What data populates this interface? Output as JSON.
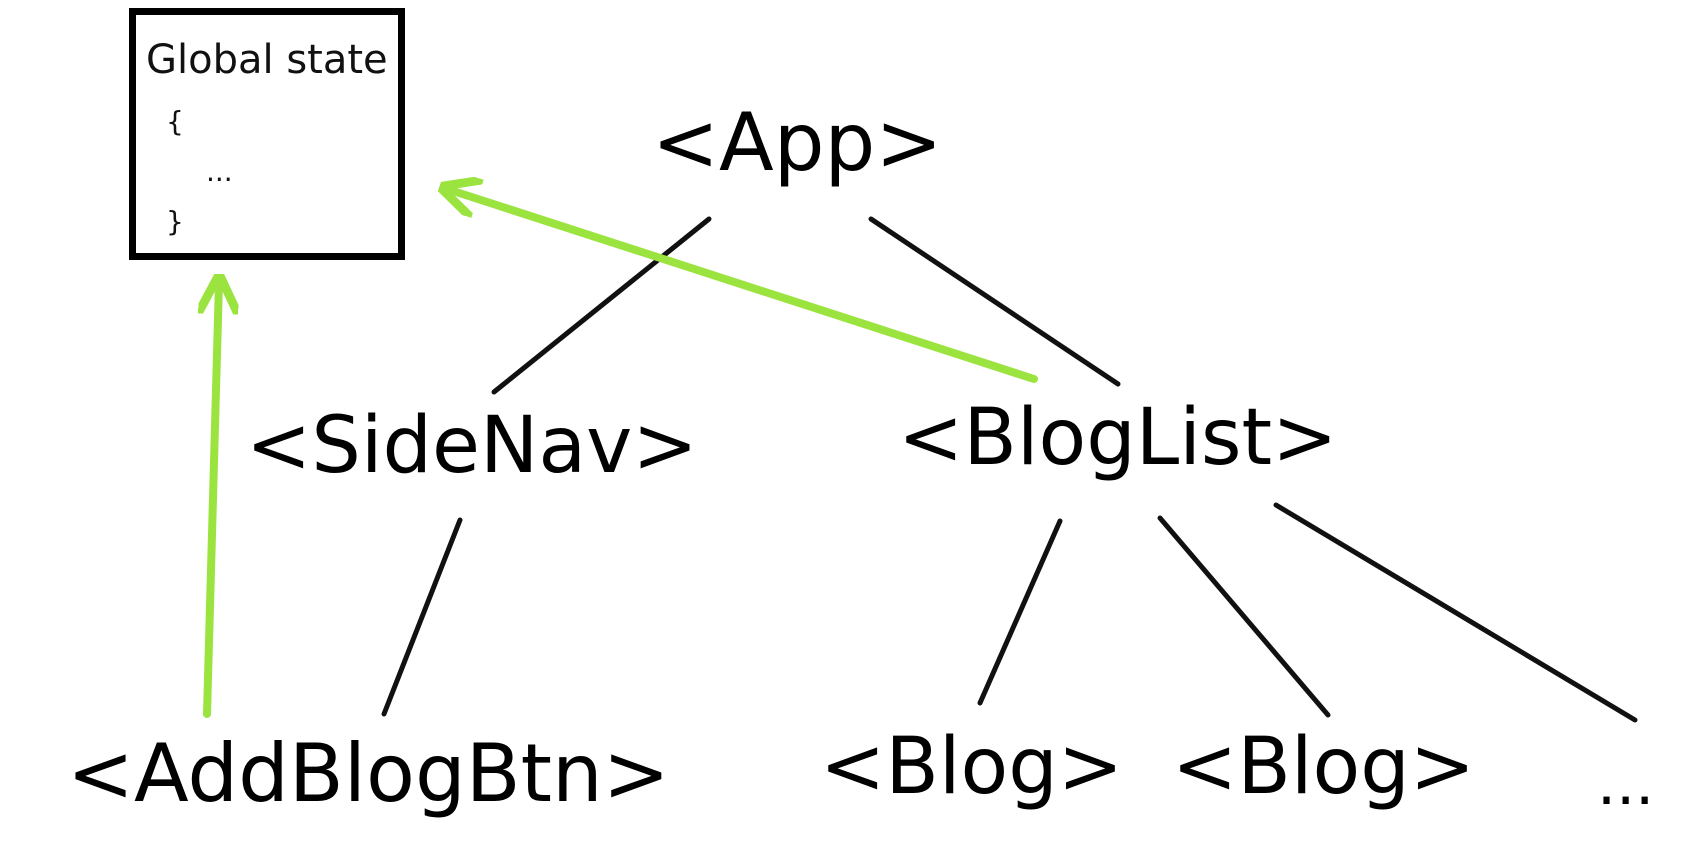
{
  "global_state": {
    "title": "Global state",
    "open_brace": "{",
    "ellipsis": "...",
    "close_brace": "}"
  },
  "nodes": {
    "app": "<App>",
    "sidenav": "<SideNav>",
    "bloglist": "<BlogList>",
    "addblogbtn": "<AddBlogBtn>",
    "blog_1": "<Blog>",
    "blog_2": "<Blog>",
    "more": "..."
  },
  "colors": {
    "tree_edge": "#111111",
    "state_arrow": "#9be33f"
  }
}
